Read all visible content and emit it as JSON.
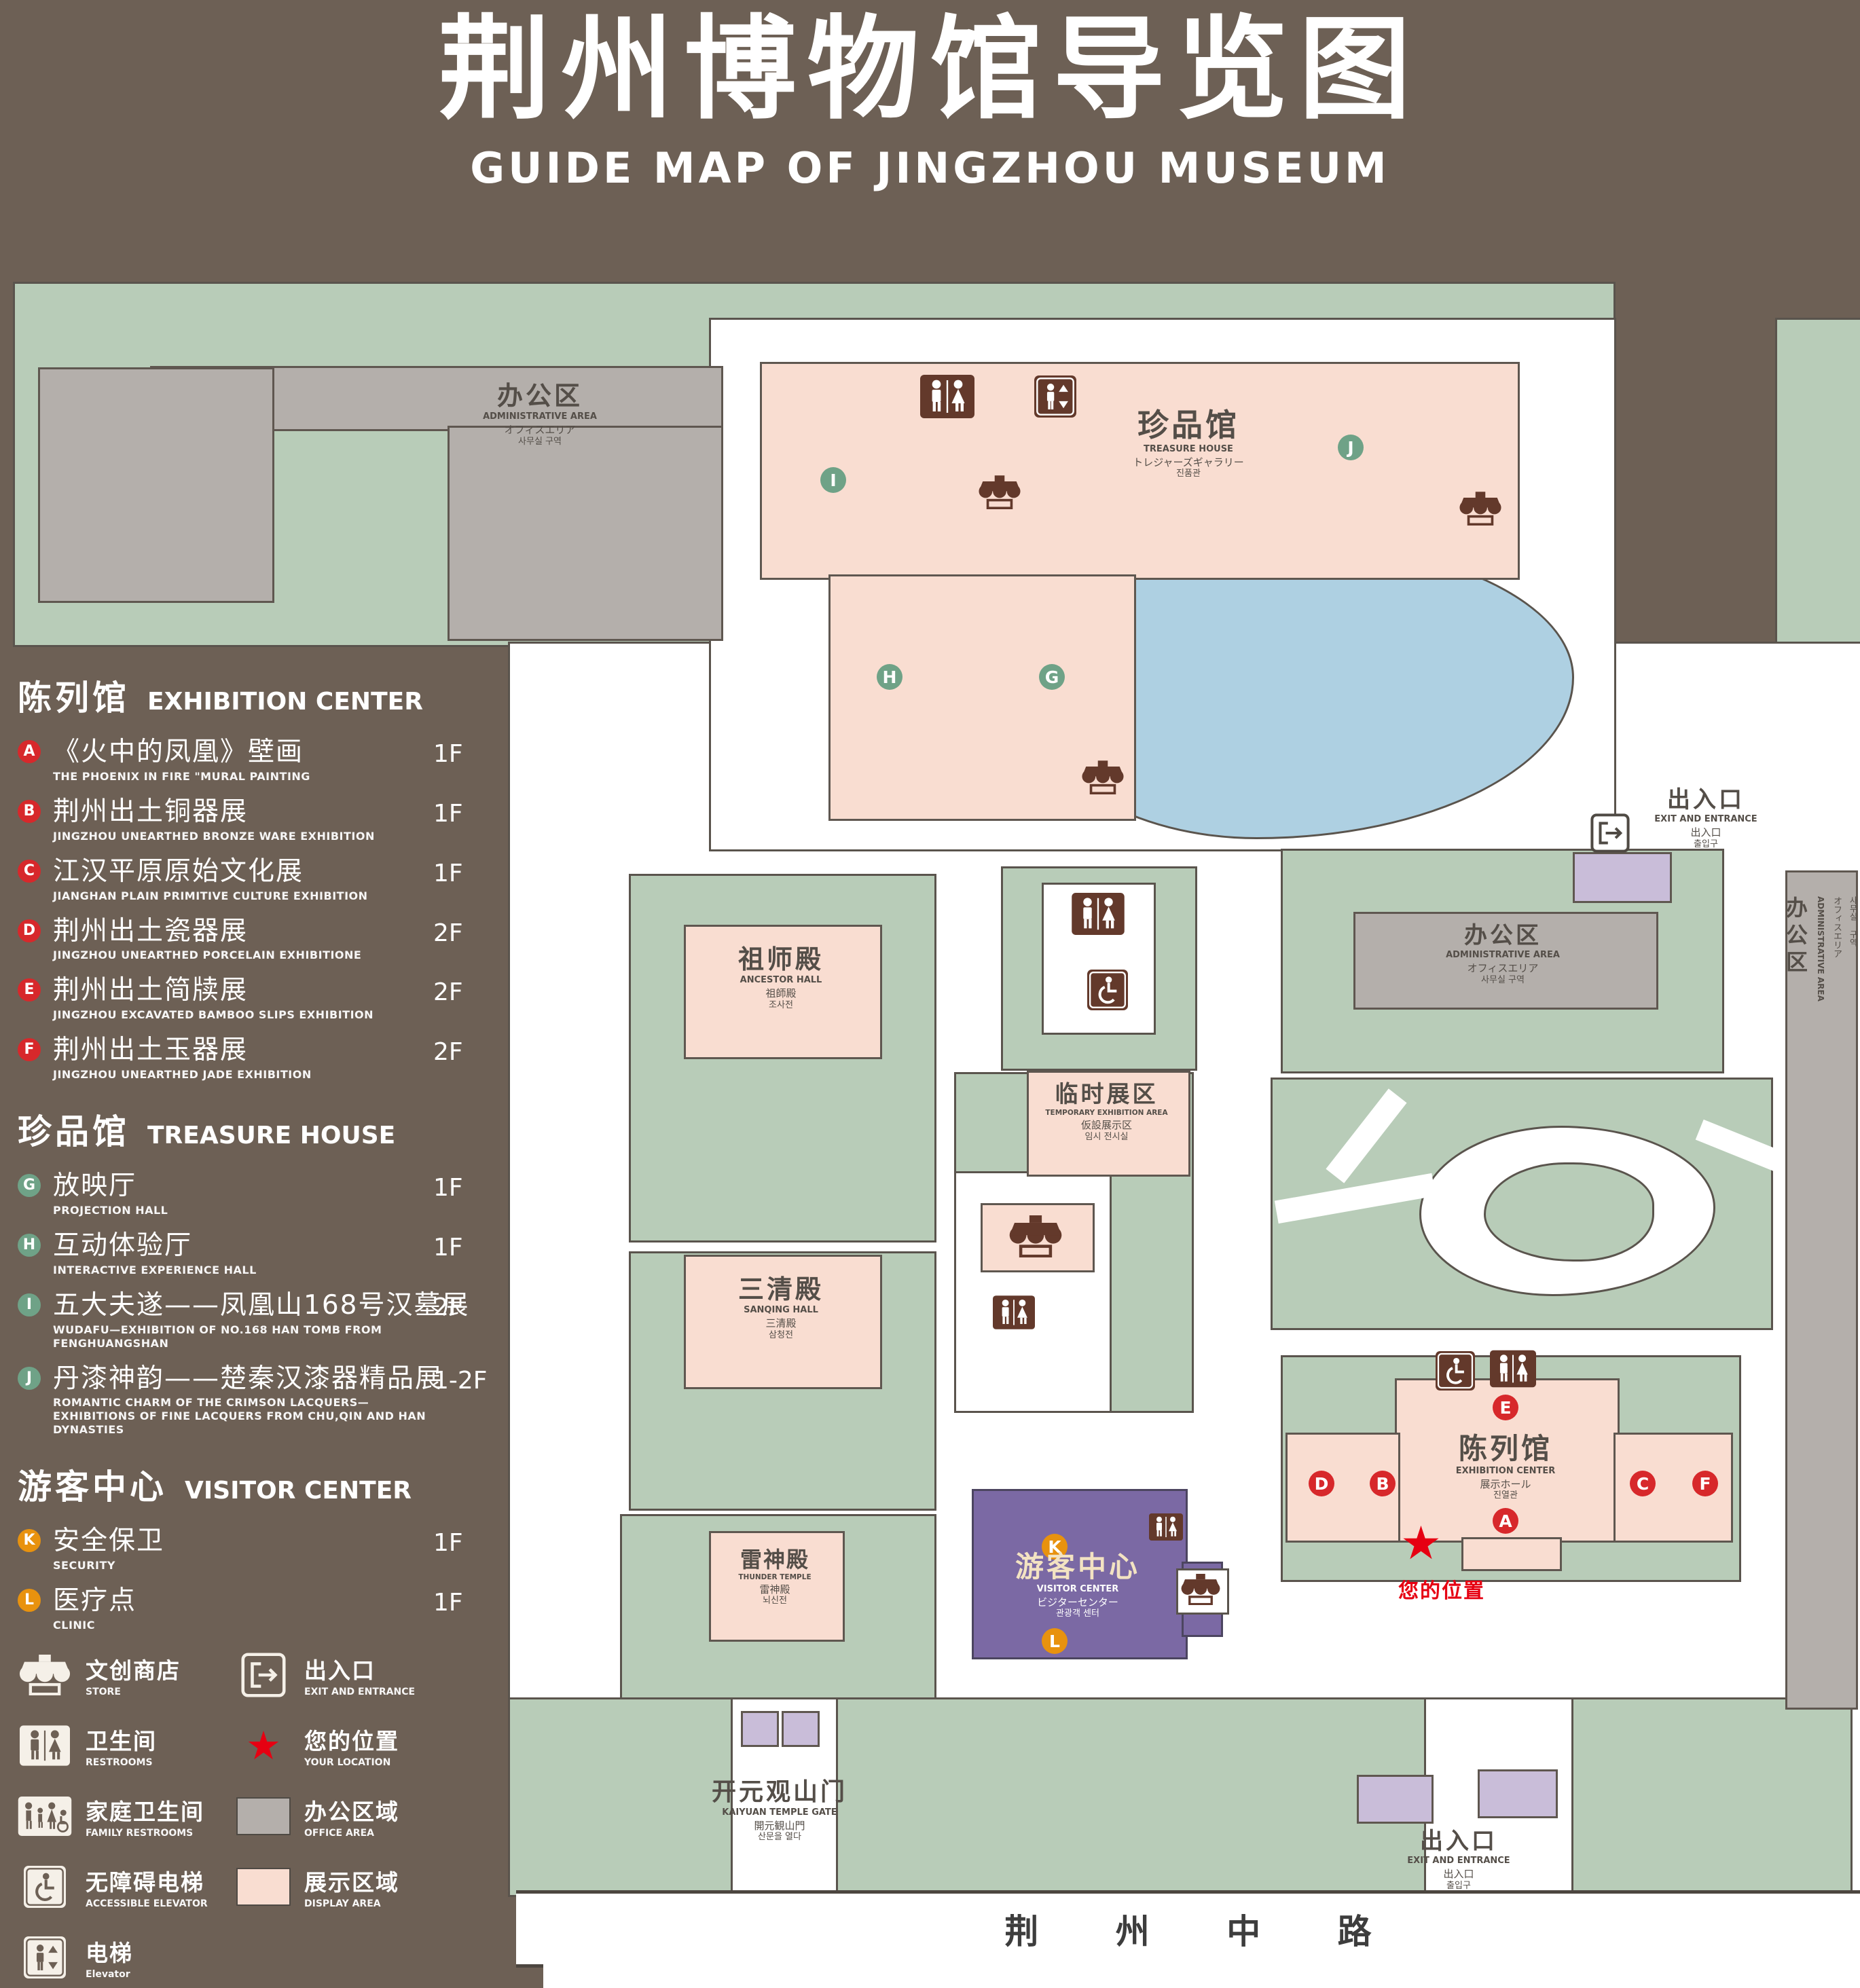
{
  "header": {
    "title_zh": "荆州博物馆导览图",
    "title_en": "GUIDE MAP OF JINGZHOU MUSEUM"
  },
  "legend": {
    "sections": [
      {
        "heading_zh": "陈列馆",
        "heading_en": "EXHIBITION CENTER",
        "items": [
          {
            "letter": "A",
            "zh": "《火中的凤凰》壁画",
            "en": "THE PHOENIX IN FIRE \"MURAL PAINTING",
            "floor": "1F"
          },
          {
            "letter": "B",
            "zh": "荆州出土铜器展",
            "en": "JINGZHOU UNEARTHED BRONZE WARE EXHIBITION",
            "floor": "1F"
          },
          {
            "letter": "C",
            "zh": "江汉平原原始文化展",
            "en": "JIANGHAN PLAIN PRIMITIVE CULTURE EXHIBITION",
            "floor": "1F"
          },
          {
            "letter": "D",
            "zh": "荆州出土瓷器展",
            "en": "JINGZHOU UNEARTHED PORCELAIN EXHIBITIONE",
            "floor": "2F"
          },
          {
            "letter": "E",
            "zh": "荆州出土简牍展",
            "en": "JINGZHOU EXCAVATED BAMBOO SLIPS EXHIBITION",
            "floor": "2F"
          },
          {
            "letter": "F",
            "zh": "荆州出土玉器展",
            "en": "JINGZHOU UNEARTHED JADE EXHIBITION",
            "floor": "2F"
          }
        ]
      },
      {
        "heading_zh": "珍品馆",
        "heading_en": "TREASURE HOUSE",
        "items": [
          {
            "letter": "G",
            "zh": "放映厅",
            "en": "PROJECTION HALL",
            "floor": "1F"
          },
          {
            "letter": "H",
            "zh": "互动体验厅",
            "en": "INTERACTIVE EXPERIENCE HALL",
            "floor": "1F"
          },
          {
            "letter": "I",
            "zh": "五大夫遂——凤凰山168号汉墓展",
            "en": "WUDAFU—EXHIBITION OF NO.168 HAN TOMB FROM FENGHUANGSHAN",
            "floor": "2F"
          },
          {
            "letter": "J",
            "zh": "丹漆神韵——楚秦汉漆器精品展",
            "en": "ROMANTIC CHARM OF THE CRIMSON LACQUERS—EXHIBITIONS OF FINE LACQUERS FROM CHU,QIN AND HAN DYNASTIES",
            "floor": "1-2F"
          }
        ]
      },
      {
        "heading_zh": "游客中心",
        "heading_en": "VISITOR CENTER",
        "items": [
          {
            "letter": "K",
            "zh": "安全保卫",
            "en": "SECURITY",
            "floor": "1F"
          },
          {
            "letter": "L",
            "zh": "医疗点",
            "en": "CLINIC",
            "floor": "1F"
          }
        ]
      }
    ],
    "symbols": [
      {
        "zh": "文创商店",
        "en": "STORE"
      },
      {
        "zh": "出入口",
        "en": "EXIT AND ENTRANCE"
      },
      {
        "zh": "卫生间",
        "en": "RESTROOMS"
      },
      {
        "zh": "您的位置",
        "en": "YOUR LOCATION"
      },
      {
        "zh": "家庭卫生间",
        "en": "FAMILY RESTROOMS"
      },
      {
        "zh": "办公区域",
        "en": "OFFICE AREA"
      },
      {
        "zh": "无障碍电梯",
        "en": "ACCESSIBLE ELEVATOR"
      },
      {
        "zh": "展示区域",
        "en": "DISPLAY AREA"
      },
      {
        "zh": "电梯",
        "en": "Elevator"
      }
    ]
  },
  "map": {
    "labels": {
      "admin": {
        "zh": "办公区",
        "en": "ADMINISTRATIVE AREA",
        "ja": "オフィスエリア",
        "ko": "사무실 구역"
      },
      "treasure_house": {
        "zh": "珍品馆",
        "en": "TREASURE HOUSE",
        "ja": "トレジャーズギャラリー",
        "ko": "진품관"
      },
      "exit": {
        "zh": "出入口",
        "en": "EXIT AND ENTRANCE",
        "ja": "出入口",
        "ko": "출입구"
      },
      "ancestor_hall": {
        "zh": "祖师殿",
        "en": "ANCESTOR HALL",
        "ja": "祖師殿",
        "ko": "조사전"
      },
      "temporary_exhibition": {
        "zh": "临时展区",
        "en": "TEMPORARY EXHIBITION AREA",
        "ja": "仮設展示区",
        "ko": "임시 전시실"
      },
      "sanqing_hall": {
        "zh": "三清殿",
        "en": "SANQING HALL",
        "ja": "三清殿",
        "ko": "삼청전"
      },
      "thunder_temple": {
        "zh": "雷神殿",
        "en": "THUNDER TEMPLE",
        "ja": "雷神殿",
        "ko": "뇌신전"
      },
      "visitor_center": {
        "zh": "游客中心",
        "en": "VISITOR CENTER",
        "ja": "ビジターセンター",
        "ko": "관광객 센터"
      },
      "exhibition_center": {
        "zh": "陈列馆",
        "en": "EXHIBITION CENTER",
        "ja": "展示ホール",
        "ko": "진열관"
      },
      "kaiyuan_gate": {
        "zh": "开元观山门",
        "en": "KAIYUAN TEMPLE GATE",
        "ja": "開元観山門",
        "ko": "산문을 열다"
      },
      "your_location": "您的位置",
      "road": "荆 州 中 路"
    }
  },
  "colors": {
    "background_brown": "#6d6055",
    "ground_green": "#b8ccb8",
    "display_area_pink": "#f9ddd1",
    "office_area_gray": "#b4afab",
    "pond_blue": "#aed0e2",
    "visitor_center_purple": "#7b69a4",
    "gate_purple": "#c9bdd9",
    "marker_red": "#d7282b",
    "marker_green": "#6fa287",
    "marker_orange": "#e8920e",
    "location_red": "#e60012"
  }
}
